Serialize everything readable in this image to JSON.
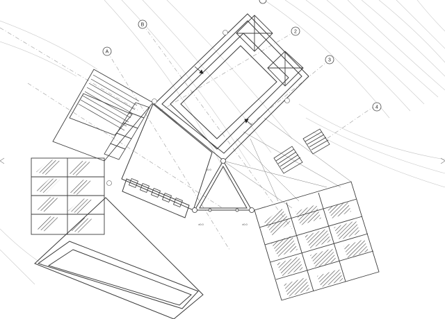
{
  "drawing": {
    "type": "architectural site plan",
    "line_color": "#4a4a4a",
    "light_line_color": "#bdbdbd",
    "hatch_color": "#555555",
    "grid_labels": [
      "A",
      "B",
      "2",
      "3",
      "4"
    ],
    "annotations": {
      "dim_small_1": "±0.0",
      "dim_small_2": "±0.0",
      "dim_small_3": "±0.0"
    }
  }
}
